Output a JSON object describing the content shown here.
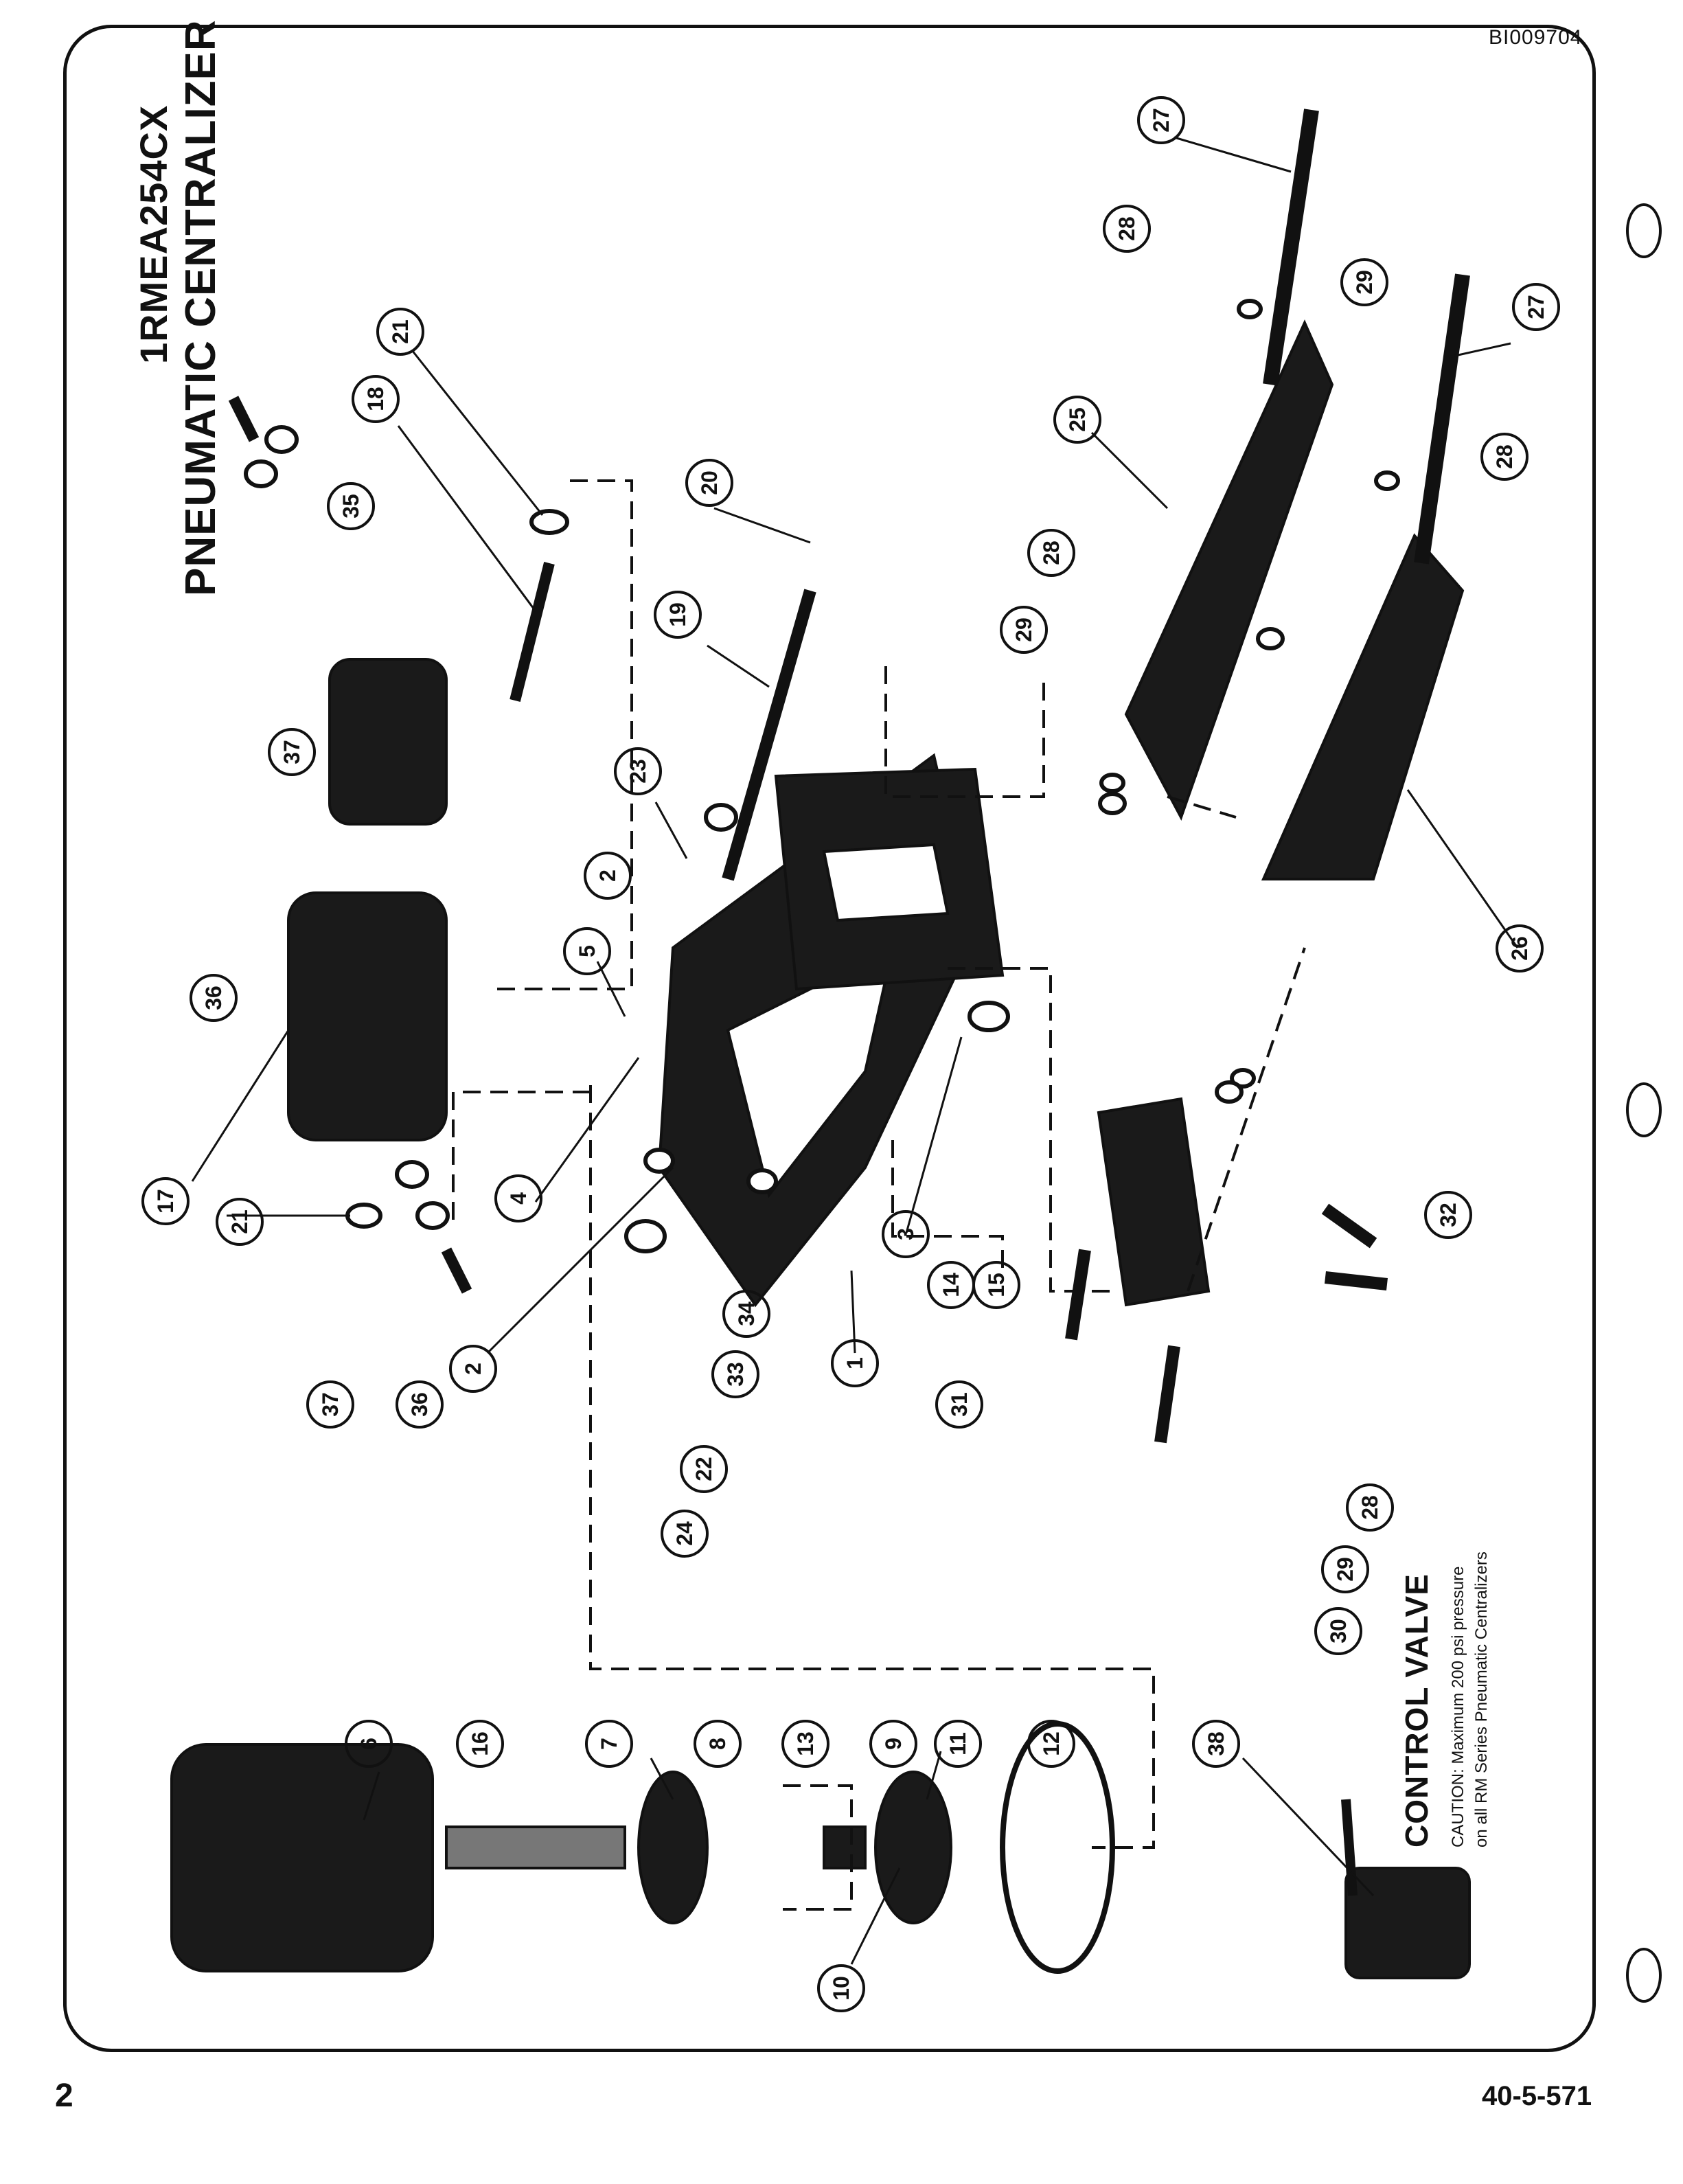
{
  "header": {
    "doc_id": "BI009704",
    "title_line1": "1RMEA254CX",
    "title_line2": "PNEUMATIC CENTRALIZER"
  },
  "control_valve": {
    "label": "CONTROL VALVE",
    "caution_line1": "CAUTION: Maximum 200 psi pressure",
    "caution_line2": "on all RM Series Pneumatic Centralizers"
  },
  "footer": {
    "page_number": "2",
    "document_code": "40-5-571"
  },
  "callouts": [
    "1",
    "2",
    "2",
    "3",
    "4",
    "5",
    "6",
    "7",
    "8",
    "9",
    "10",
    "11",
    "12",
    "13",
    "14",
    "15",
    "16",
    "17",
    "18",
    "19",
    "20",
    "21",
    "21",
    "22",
    "23",
    "24",
    "25",
    "26",
    "27",
    "27",
    "28",
    "28",
    "28",
    "28",
    "29",
    "29",
    "29",
    "30",
    "31",
    "32",
    "33",
    "34",
    "35",
    "36",
    "36",
    "37",
    "37",
    "38"
  ]
}
